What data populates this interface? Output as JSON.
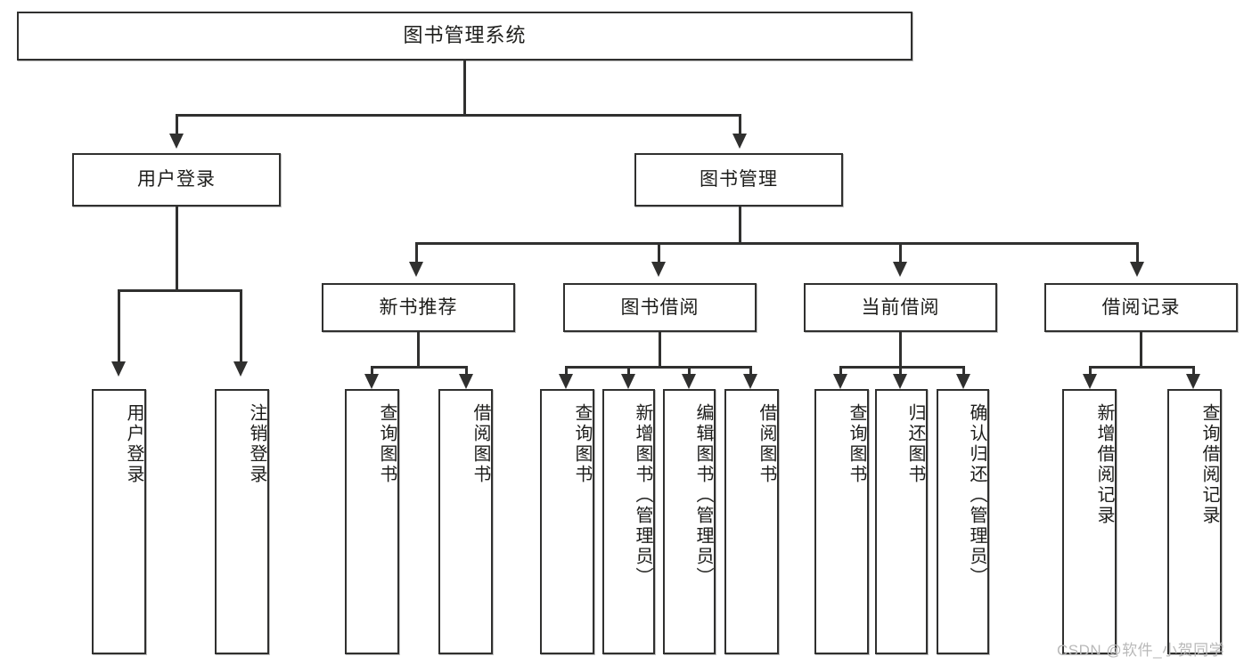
{
  "diagram": {
    "type": "tree-hierarchy",
    "title": "图书管理系统",
    "root": {
      "id": "root",
      "label": "图书管理系统"
    },
    "level2": [
      {
        "id": "user-login",
        "label": "用户登录"
      },
      {
        "id": "book-manage",
        "label": "图书管理"
      }
    ],
    "level3": [
      {
        "id": "new-book-rec",
        "label": "新书推荐",
        "parent": "book-manage"
      },
      {
        "id": "book-borrow",
        "label": "图书借阅",
        "parent": "book-manage"
      },
      {
        "id": "current-borrow",
        "label": "当前借阅",
        "parent": "book-manage"
      },
      {
        "id": "borrow-record",
        "label": "借阅记录",
        "parent": "book-manage"
      }
    ],
    "leaves": [
      {
        "id": "leaf-user-login",
        "label": "用户登录",
        "parent": "user-login"
      },
      {
        "id": "leaf-logout",
        "label": "注销登录",
        "parent": "user-login"
      },
      {
        "id": "leaf-query-book-1",
        "label": "查询图书",
        "parent": "new-book-rec"
      },
      {
        "id": "leaf-borrow-book-1",
        "label": "借阅图书",
        "parent": "new-book-rec"
      },
      {
        "id": "leaf-query-book-2",
        "label": "查询图书",
        "parent": "book-borrow"
      },
      {
        "id": "leaf-add-book",
        "label": "新增图书（管理员）",
        "parent": "book-borrow"
      },
      {
        "id": "leaf-edit-book",
        "label": "编辑图书（管理员）",
        "parent": "book-borrow"
      },
      {
        "id": "leaf-borrow-book-2",
        "label": "借阅图书",
        "parent": "book-borrow"
      },
      {
        "id": "leaf-query-book-3",
        "label": "查询图书",
        "parent": "current-borrow"
      },
      {
        "id": "leaf-return-book",
        "label": "归还图书",
        "parent": "current-borrow"
      },
      {
        "id": "leaf-confirm-return",
        "label": "确认归还（管理员）",
        "parent": "current-borrow"
      },
      {
        "id": "leaf-add-record",
        "label": "新增借阅记录",
        "parent": "borrow-record"
      },
      {
        "id": "leaf-query-record",
        "label": "查询借阅记录",
        "parent": "borrow-record"
      }
    ],
    "colors": {
      "stroke": "#30302f",
      "fill": "#ffffff",
      "text": "#1d1d1b",
      "watermark": "#b9b9b9"
    }
  },
  "watermark": {
    "text": "CSDN @软件_小贺同学"
  }
}
